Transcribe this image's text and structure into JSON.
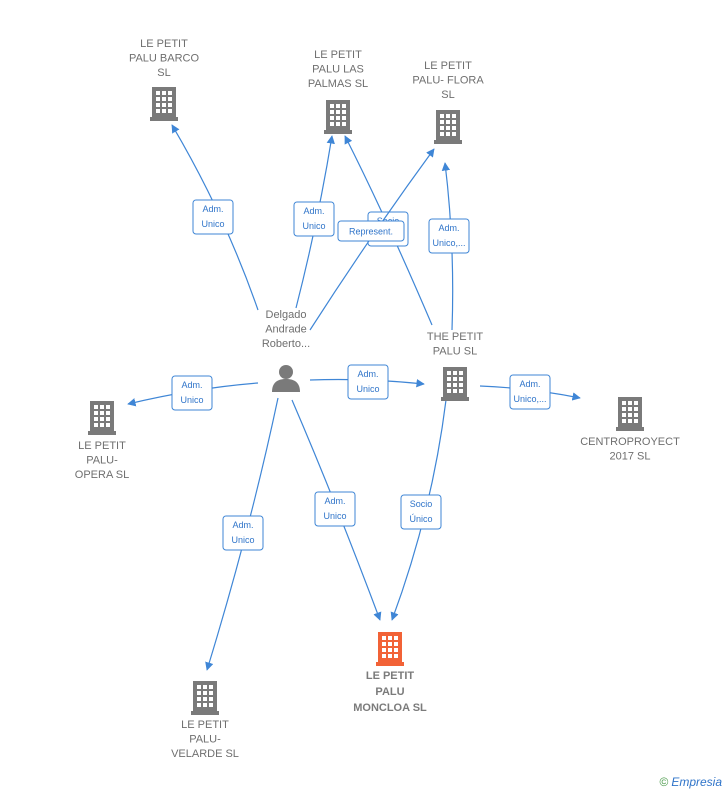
{
  "colors": {
    "company": "#7a7a7a",
    "focus": "#f26236",
    "edge": "#3f86d6",
    "label": "#6f6f6f"
  },
  "nodes": [
    {
      "id": "barco",
      "type": "company",
      "icon": "building-icon",
      "label": [
        "LE PETIT",
        "PALU BARCO",
        "SL"
      ]
    },
    {
      "id": "palmas",
      "type": "company",
      "icon": "building-icon",
      "label": [
        "LE PETIT",
        "PALU LAS",
        "PALMAS  SL"
      ]
    },
    {
      "id": "flora",
      "type": "company",
      "icon": "building-icon",
      "label": [
        "LE PETIT",
        "PALU- FLORA",
        "SL"
      ]
    },
    {
      "id": "delgado",
      "type": "person",
      "icon": "person-icon",
      "label": [
        "Delgado",
        "Andrade",
        "Roberto..."
      ]
    },
    {
      "id": "thepetit",
      "type": "company",
      "icon": "building-icon",
      "label": [
        "THE PETIT",
        "PALU  SL"
      ]
    },
    {
      "id": "opera",
      "type": "company",
      "icon": "building-icon",
      "label": [
        "LE PETIT",
        "PALU-",
        "OPERA  SL"
      ]
    },
    {
      "id": "centro",
      "type": "company",
      "icon": "building-icon",
      "label": [
        "CENTROPROYECT",
        "2017  SL"
      ]
    },
    {
      "id": "moncloa",
      "type": "focus",
      "icon": "building-icon",
      "label": [
        "LE PETIT",
        "PALU",
        "MONCLOA  SL"
      ]
    },
    {
      "id": "velarde",
      "type": "company",
      "icon": "building-icon",
      "label": [
        "LE PETIT",
        "PALU-",
        "VELARDE  SL"
      ]
    }
  ],
  "edges": [
    {
      "from": "delgado",
      "to": "barco",
      "label": [
        "Adm.",
        "Unico"
      ]
    },
    {
      "from": "delgado",
      "to": "palmas",
      "label": [
        "Adm.",
        "Unico"
      ]
    },
    {
      "from": "thepetit",
      "to": "palmas",
      "label": [
        "Socio",
        "Único"
      ]
    },
    {
      "from": "delgado",
      "to": "flora",
      "label": [
        "Represent."
      ]
    },
    {
      "from": "thepetit",
      "to": "flora",
      "label": [
        "Adm.",
        "Unico,..."
      ]
    },
    {
      "from": "delgado",
      "to": "opera",
      "label": [
        "Adm.",
        "Unico"
      ]
    },
    {
      "from": "delgado",
      "to": "thepetit",
      "label": [
        "Adm.",
        "Unico"
      ]
    },
    {
      "from": "thepetit",
      "to": "centro",
      "label": [
        "Adm.",
        "Unico,..."
      ]
    },
    {
      "from": "delgado",
      "to": "moncloa",
      "label": [
        "Adm.",
        "Unico"
      ]
    },
    {
      "from": "thepetit",
      "to": "moncloa",
      "label": [
        "Socio",
        "Único"
      ]
    },
    {
      "from": "delgado",
      "to": "velarde",
      "label": [
        "Adm.",
        "Unico"
      ]
    }
  ],
  "watermark": {
    "symbol": "©",
    "brand": "Empresia"
  }
}
